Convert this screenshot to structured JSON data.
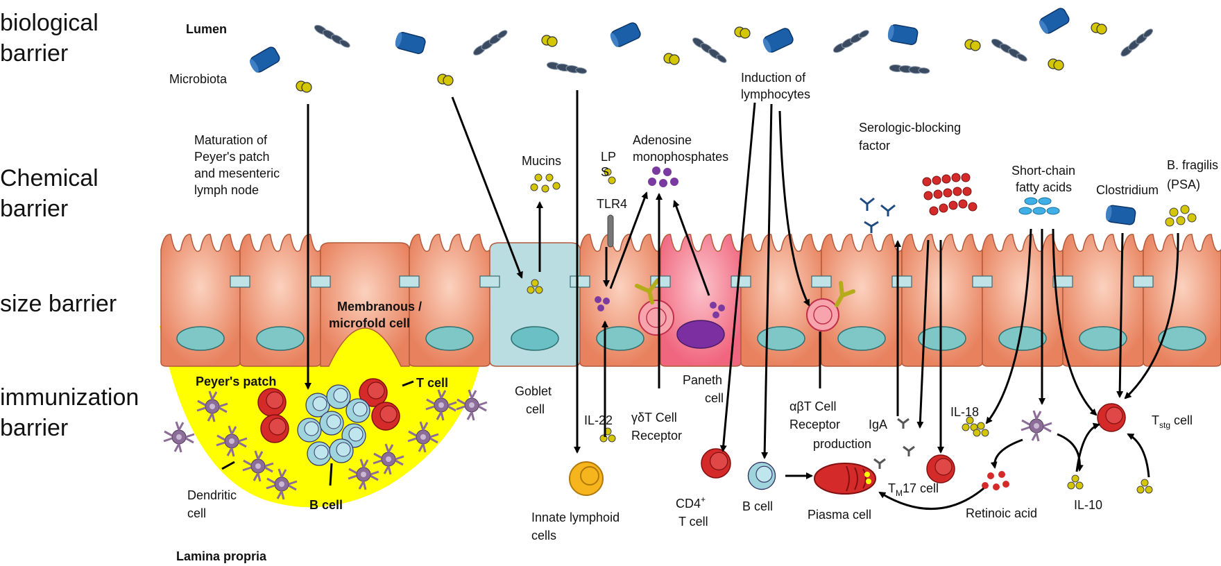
{
  "barriers": {
    "biological": [
      "biological",
      "barrier"
    ],
    "chemical": [
      "Chemical",
      "barrier"
    ],
    "size": "size barrier",
    "immunization": [
      "immunization",
      "barrier"
    ]
  },
  "labels": {
    "lumen": "Lumen",
    "microbiota": "Microbiota",
    "maturation": [
      "Maturation of",
      "Peyer's patch",
      "and mesenteric",
      "lymph node"
    ],
    "mucins": "Mucins",
    "lps": [
      "LP",
      "S"
    ],
    "tlr4": "TLR4",
    "adenosine": [
      "Adenosine",
      "monophosphates"
    ],
    "induction": [
      "Induction of",
      "lymphocytes"
    ],
    "serologic": [
      "Serologic-blocking",
      "factor"
    ],
    "scfa": [
      "Short-chain",
      "fatty acids"
    ],
    "clostridium": "Clostridium",
    "bfragilis": [
      "B. fragilis",
      "(PSA)"
    ],
    "membranous": [
      "Membranous /",
      "microfold cell"
    ],
    "peyers": "Peyer's patch",
    "tcell": "T cell",
    "bcell_pp": "B cell",
    "dendritic": [
      "Dendritic",
      "cell"
    ],
    "goblet": [
      "Goblet",
      "cell"
    ],
    "il22": "IL-22",
    "gdt": [
      "γδT Cell",
      "Receptor"
    ],
    "paneth": [
      "Paneth",
      "cell"
    ],
    "abt": [
      "αβT Cell",
      "Receptor"
    ],
    "iga": [
      "IgA",
      "production"
    ],
    "il18": "IL-18",
    "tstg_main": "T",
    "tstg_sub": "stg",
    "tstg_rest": " cell",
    "ilc": [
      "Innate lymphoid",
      "cells"
    ],
    "cd4_main": "CD4",
    "cd4_sup": "+",
    "cd4_line2": "T cell",
    "bcell": "B  cell",
    "plasma": "Piasma cell",
    "tm17_main": "T",
    "tm17_sub": "M",
    "tm17_rest": "17 cell",
    "retinoic": "Retinoic acid",
    "il10": "IL-10",
    "lamina": "Lamina propria"
  },
  "colors": {
    "epithelium": "#e8825e",
    "nucleus": "#7fc6c6",
    "goblet": "#b9dde0",
    "paneth": "#f46e84",
    "yellow": "#ffff00",
    "bacteria_blue": "#1a5fa8",
    "coccus": "#d4c600",
    "tcell_red": "#d42a2a",
    "bcell_cyan": "#9fd4dc",
    "amp_purple": "#7b3aa0",
    "scfa_blue": "#3fb0e6"
  }
}
